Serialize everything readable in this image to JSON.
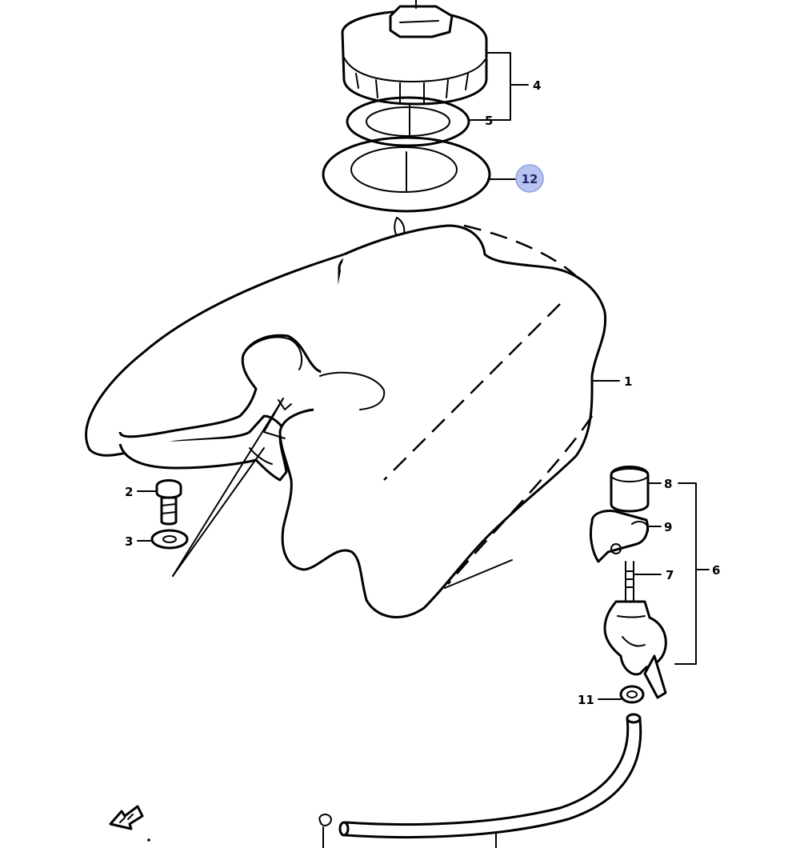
{
  "diagram": {
    "callouts": {
      "c1": "1",
      "c2": "2",
      "c3": "3",
      "c4": "4",
      "c5": "5",
      "c6": "6",
      "c7": "7",
      "c8": "8",
      "c9": "9",
      "c11": "11",
      "c12": "12"
    },
    "highlighted_callout": "12",
    "highlight_color": "#b9c3f0",
    "front_arrow_icon": "front-direction-arrow-icon"
  }
}
